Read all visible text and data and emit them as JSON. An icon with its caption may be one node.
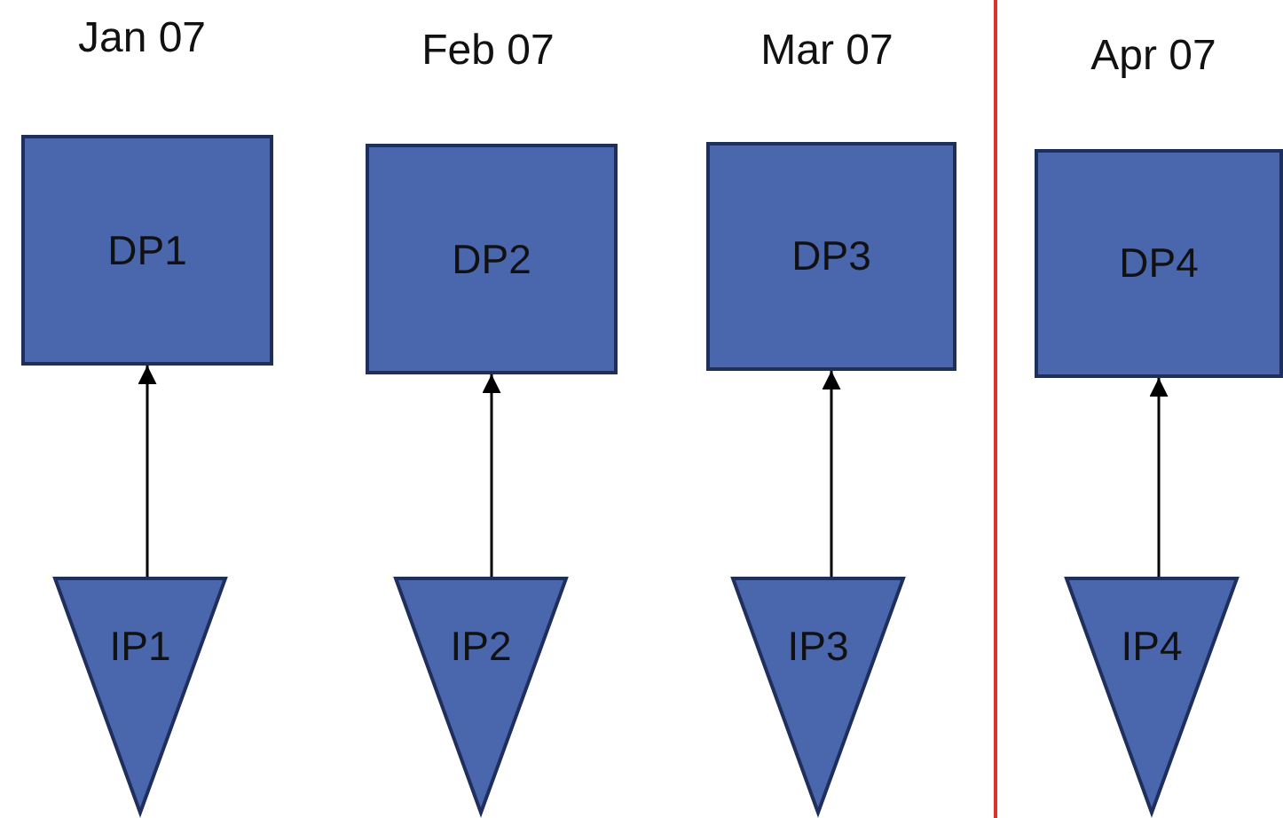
{
  "diagram": {
    "nodes": [
      {
        "text": [
          "DP1"
        ]
      },
      {
        "text": [
          "DP2"
        ]
      },
      {
        "text": [
          "DP3"
        ]
      },
      {
        "text": [
          "DP4"
        ]
      },
      {
        "text": [
          "IP1"
        ]
      },
      {
        "text": [
          "IP2"
        ]
      },
      {
        "text": [
          "IP3"
        ]
      },
      {
        "text": [
          "IP4"
        ]
      }
    ],
    "edges": [
      {
        "from": 4,
        "to": 0,
        "arrow": "to"
      },
      {
        "from": 5,
        "to": 1,
        "arrow": "to"
      },
      {
        "from": 6,
        "to": 2,
        "arrow": "to"
      },
      {
        "from": 7,
        "to": 3,
        "arrow": "to"
      }
    ],
    "labels": [
      "Jan 07",
      "Feb 07",
      "Mar 07",
      "Apr 07"
    ]
  }
}
